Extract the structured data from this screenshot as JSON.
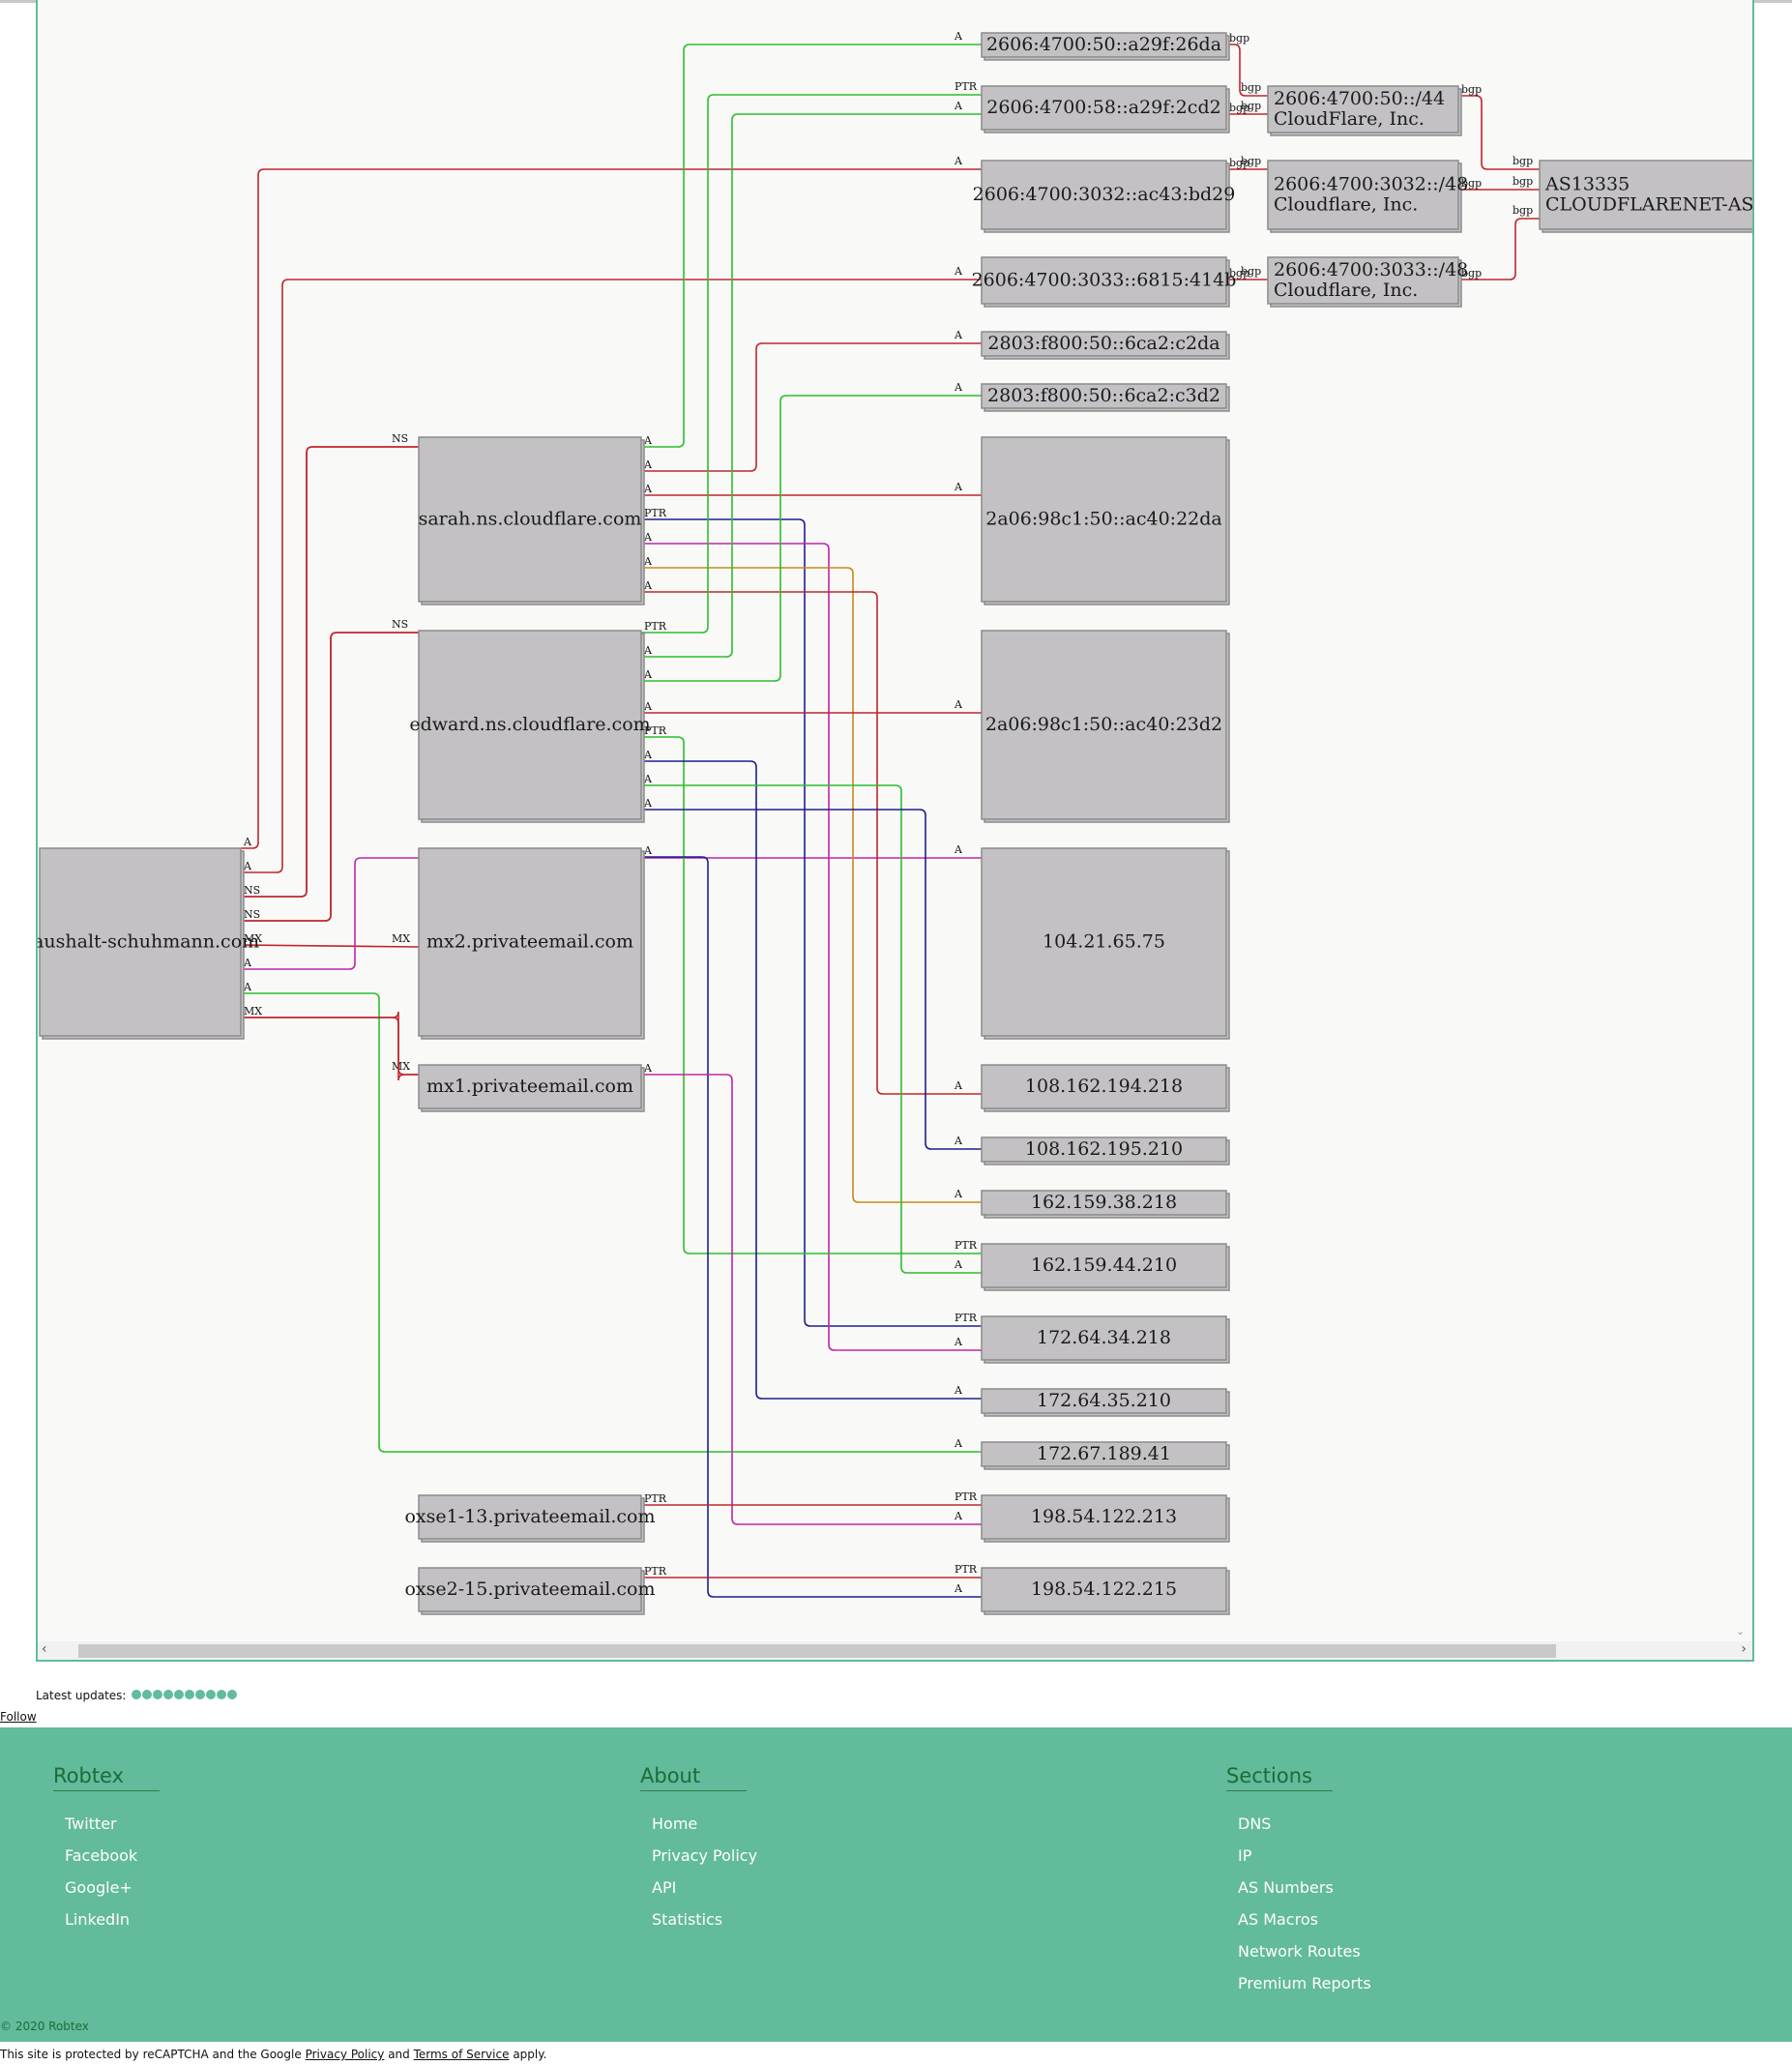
{
  "graph": {
    "edges": [
      {
        "from": "haushalt-schuhmann.com",
        "to": "2606:4700:3032::ac43:bd29",
        "label": "A",
        "color": "#c0262c"
      },
      {
        "from": "haushalt-schuhmann.com",
        "to": "2606:4700:3033::6815:414b",
        "label": "A",
        "color": "#c0262c"
      },
      {
        "from": "haushalt-schuhmann.com",
        "to": "sarah.ns.cloudflare.com",
        "label": "NS",
        "color": "#c0262c"
      },
      {
        "from": "haushalt-schuhmann.com",
        "to": "edward.ns.cloudflare.com",
        "label": "NS",
        "color": "#c0262c"
      },
      {
        "from": "haushalt-schuhmann.com",
        "to": "mx2.privateemail.com",
        "label": "MX",
        "color": "#c0262c"
      },
      {
        "from": "haushalt-schuhmann.com",
        "to": "104.21.65.75",
        "label": "A",
        "color": "#c024a6"
      },
      {
        "from": "haushalt-schuhmann.com",
        "to": "172.67.189.41",
        "label": "A",
        "color": "#2ebd2e"
      },
      {
        "from": "haushalt-schuhmann.com",
        "to": "mx1.privateemail.com",
        "label": "MX",
        "color": "#c0262c"
      },
      {
        "from": "sarah.ns.cloudflare.com",
        "to": "2606:4700:50::a29f:26da",
        "label": "A",
        "color": "#2ebd2e"
      },
      {
        "from": "sarah.ns.cloudflare.com",
        "to": "2803:f800:50::6ca2:c2da",
        "label": "A",
        "color": "#c0262c"
      },
      {
        "from": "sarah.ns.cloudflare.com",
        "to": "2a06:98c1:50::ac40:22da",
        "label": "A",
        "color": "#c0262c"
      },
      {
        "from": "sarah.ns.cloudflare.com",
        "to": "172.64.34.218",
        "label": "PTR",
        "color": "#1e1e8c"
      },
      {
        "from": "sarah.ns.cloudflare.com",
        "to": "172.64.34.218",
        "label": "A",
        "color": "#c024a6"
      },
      {
        "from": "sarah.ns.cloudflare.com",
        "to": "162.159.38.218",
        "label": "A",
        "color": "#c9871b"
      },
      {
        "from": "sarah.ns.cloudflare.com",
        "to": "108.162.194.218",
        "label": "A",
        "color": "#c0262c"
      },
      {
        "from": "edward.ns.cloudflare.com",
        "to": "2606:4700:58::a29f:2cd2",
        "label": "PTR",
        "color": "#2ebd2e"
      },
      {
        "from": "edward.ns.cloudflare.com",
        "to": "2606:4700:58::a29f:2cd2",
        "label": "A",
        "color": "#2ebd2e"
      },
      {
        "from": "edward.ns.cloudflare.com",
        "to": "2803:f800:50::6ca2:c3d2",
        "label": "A",
        "color": "#2ebd2e"
      },
      {
        "from": "edward.ns.cloudflare.com",
        "to": "2a06:98c1:50::ac40:23d2",
        "label": "A",
        "color": "#c0262c"
      },
      {
        "from": "edward.ns.cloudflare.com",
        "to": "162.159.44.210",
        "label": "PTR",
        "color": "#2ebd2e"
      },
      {
        "from": "edward.ns.cloudflare.com",
        "to": "172.64.35.210",
        "label": "A",
        "color": "#1e1e8c"
      },
      {
        "from": "edward.ns.cloudflare.com",
        "to": "162.159.44.210",
        "label": "A",
        "color": "#2ebd2e"
      },
      {
        "from": "edward.ns.cloudflare.com",
        "to": "108.162.195.210",
        "label": "A",
        "color": "#1e1e8c"
      },
      {
        "from": "mx2.privateemail.com",
        "to": "198.54.122.215",
        "label": "A",
        "color": "#1e1e8c"
      },
      {
        "from": "mx1.privateemail.com",
        "to": "198.54.122.213",
        "label": "A",
        "color": "#c024a6"
      },
      {
        "from": "oxse1-13.privateemail.com",
        "to": "198.54.122.213",
        "label": "PTR",
        "color": "#c0262c"
      },
      {
        "from": "oxse2-15.privateemail.com",
        "to": "198.54.122.215",
        "label": "PTR",
        "color": "#c0262c"
      },
      {
        "from": "2606:4700:50::a29f:26da",
        "to": "2606:4700:50::/44",
        "label": "bgp",
        "color": "#c0262c"
      },
      {
        "from": "2606:4700:58::a29f:2cd2",
        "to": "2606:4700:50::/44",
        "label": "bgp",
        "color": "#c0262c"
      },
      {
        "from": "2606:4700:3032::ac43:bd29",
        "to": "2606:4700:3032::/48",
        "label": "bgp",
        "color": "#c0262c"
      },
      {
        "from": "2606:4700:3033::6815:414b",
        "to": "2606:4700:3033::/48",
        "label": "bgp",
        "color": "#c0262c"
      },
      {
        "from": "2606:4700:50::/44",
        "to": "AS13335",
        "label": "bgp",
        "color": "#c0262c"
      },
      {
        "from": "2606:4700:3032::/48",
        "to": "AS13335",
        "label": "bgp",
        "color": "#c0262c"
      },
      {
        "from": "2606:4700:3033::/48",
        "to": "AS13335",
        "label": "bgp",
        "color": "#c0262c"
      }
    ],
    "nodes": [
      {
        "id": "haushalt-schuhmann.com",
        "lines": [
          "haushalt-schuhmann.com"
        ]
      },
      {
        "id": "sarah.ns.cloudflare.com",
        "lines": [
          "sarah.ns.cloudflare.com"
        ]
      },
      {
        "id": "edward.ns.cloudflare.com",
        "lines": [
          "edward.ns.cloudflare.com"
        ]
      },
      {
        "id": "mx2.privateemail.com",
        "lines": [
          "mx2.privateemail.com"
        ]
      },
      {
        "id": "mx1.privateemail.com",
        "lines": [
          "mx1.privateemail.com"
        ]
      },
      {
        "id": "oxse1-13.privateemail.com",
        "lines": [
          "oxse1-13.privateemail.com"
        ]
      },
      {
        "id": "oxse2-15.privateemail.com",
        "lines": [
          "oxse2-15.privateemail.com"
        ]
      },
      {
        "id": "2606:4700:50::a29f:26da",
        "lines": [
          "2606:4700:50::a29f:26da"
        ]
      },
      {
        "id": "2606:4700:58::a29f:2cd2",
        "lines": [
          "2606:4700:58::a29f:2cd2"
        ]
      },
      {
        "id": "2606:4700:3032::ac43:bd29",
        "lines": [
          "2606:4700:3032::ac43:bd29"
        ]
      },
      {
        "id": "2606:4700:3033::6815:414b",
        "lines": [
          "2606:4700:3033::6815:414b"
        ]
      },
      {
        "id": "2803:f800:50::6ca2:c2da",
        "lines": [
          "2803:f800:50::6ca2:c2da"
        ]
      },
      {
        "id": "2803:f800:50::6ca2:c3d2",
        "lines": [
          "2803:f800:50::6ca2:c3d2"
        ]
      },
      {
        "id": "2a06:98c1:50::ac40:22da",
        "lines": [
          "2a06:98c1:50::ac40:22da"
        ]
      },
      {
        "id": "2a06:98c1:50::ac40:23d2",
        "lines": [
          "2a06:98c1:50::ac40:23d2"
        ]
      },
      {
        "id": "104.21.65.75",
        "lines": [
          "104.21.65.75"
        ]
      },
      {
        "id": "108.162.194.218",
        "lines": [
          "108.162.194.218"
        ]
      },
      {
        "id": "108.162.195.210",
        "lines": [
          "108.162.195.210"
        ]
      },
      {
        "id": "162.159.38.218",
        "lines": [
          "162.159.38.218"
        ]
      },
      {
        "id": "162.159.44.210",
        "lines": [
          "162.159.44.210"
        ]
      },
      {
        "id": "172.64.34.218",
        "lines": [
          "172.64.34.218"
        ]
      },
      {
        "id": "172.64.35.210",
        "lines": [
          "172.64.35.210"
        ]
      },
      {
        "id": "172.67.189.41",
        "lines": [
          "172.67.189.41"
        ]
      },
      {
        "id": "198.54.122.213",
        "lines": [
          "198.54.122.213"
        ]
      },
      {
        "id": "198.54.122.215",
        "lines": [
          "198.54.122.215"
        ]
      },
      {
        "id": "2606:4700:50::/44",
        "lines": [
          "2606:4700:50::/44",
          "CloudFlare, Inc."
        ]
      },
      {
        "id": "2606:4700:3032::/48",
        "lines": [
          "2606:4700:3032::/48",
          "Cloudflare, Inc."
        ]
      },
      {
        "id": "2606:4700:3033::/48",
        "lines": [
          "2606:4700:3033::/48",
          "Cloudflare, Inc."
        ]
      },
      {
        "id": "AS13335",
        "lines": [
          "AS13335",
          "CLOUDFLARENET-AS"
        ]
      }
    ]
  },
  "latest_updates": {
    "label": "Latest updates:",
    "dot_count": 10
  },
  "follow_link": "Follow",
  "footer": {
    "columns": [
      {
        "title": "Robtex",
        "items": [
          "Twitter",
          "Facebook",
          "Google+",
          "LinkedIn"
        ]
      },
      {
        "title": "About",
        "items": [
          "Home",
          "Privacy Policy",
          "API",
          "Statistics"
        ]
      },
      {
        "title": "Sections",
        "items": [
          "DNS",
          "IP",
          "AS Numbers",
          "AS Macros",
          "Network Routes",
          "Premium Reports"
        ]
      }
    ],
    "copyright": "© 2020 Robtex"
  },
  "recaptcha": {
    "prefix": "This site is protected by reCAPTCHA and the Google",
    "privacy_link": "Privacy Policy",
    "and": "and",
    "terms_link": "Terms of Service",
    "suffix": "apply."
  },
  "colors": {
    "accent": "#62bb9a",
    "node_fill": "#c3c1c4",
    "red": "#c0262c",
    "green": "#2ebd2e",
    "navy": "#1e1e8c",
    "magenta": "#c024a6",
    "orange": "#c9871b"
  }
}
